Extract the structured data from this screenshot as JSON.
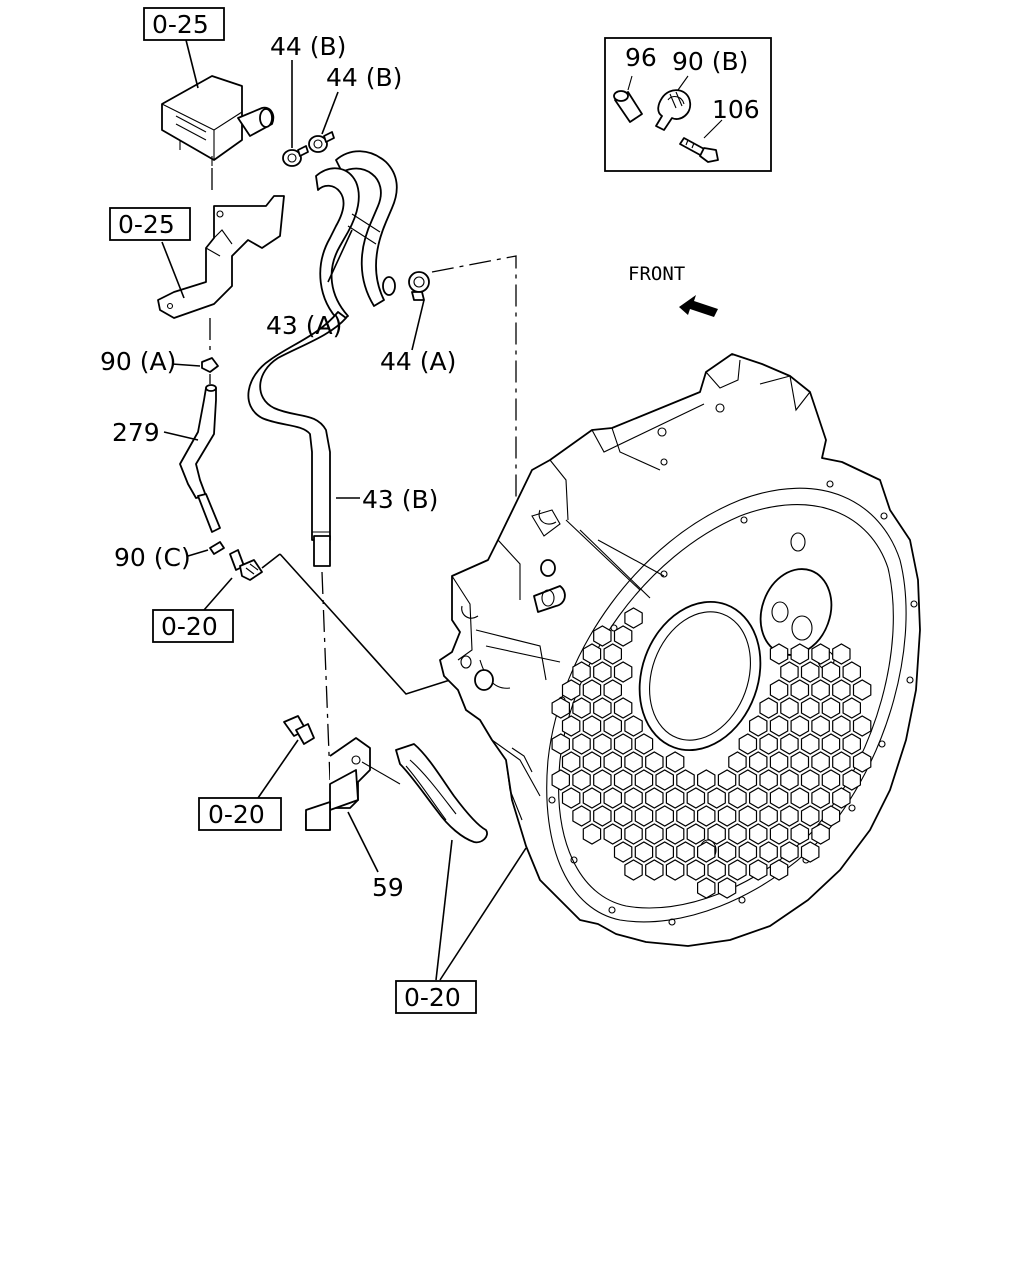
{
  "callouts": {
    "ref_0_25_top": "0-25",
    "ref_0_25_mid": "0-25",
    "ref_0_20_left": "0-20",
    "ref_0_20_lower": "0-20",
    "ref_0_20_bottom": "0-20",
    "p44b_1": "44 (B)",
    "p44b_2": "44 (B)",
    "p44a": "44 (A)",
    "p43a": "43 (A)",
    "p43b": "43 (B)",
    "p90a": "90 (A)",
    "p90c": "90 (C)",
    "p279": "279",
    "p59": "59",
    "front": "FRONT"
  },
  "inset": {
    "p96": "96",
    "p90b": "90 (B)",
    "p106": "106"
  }
}
